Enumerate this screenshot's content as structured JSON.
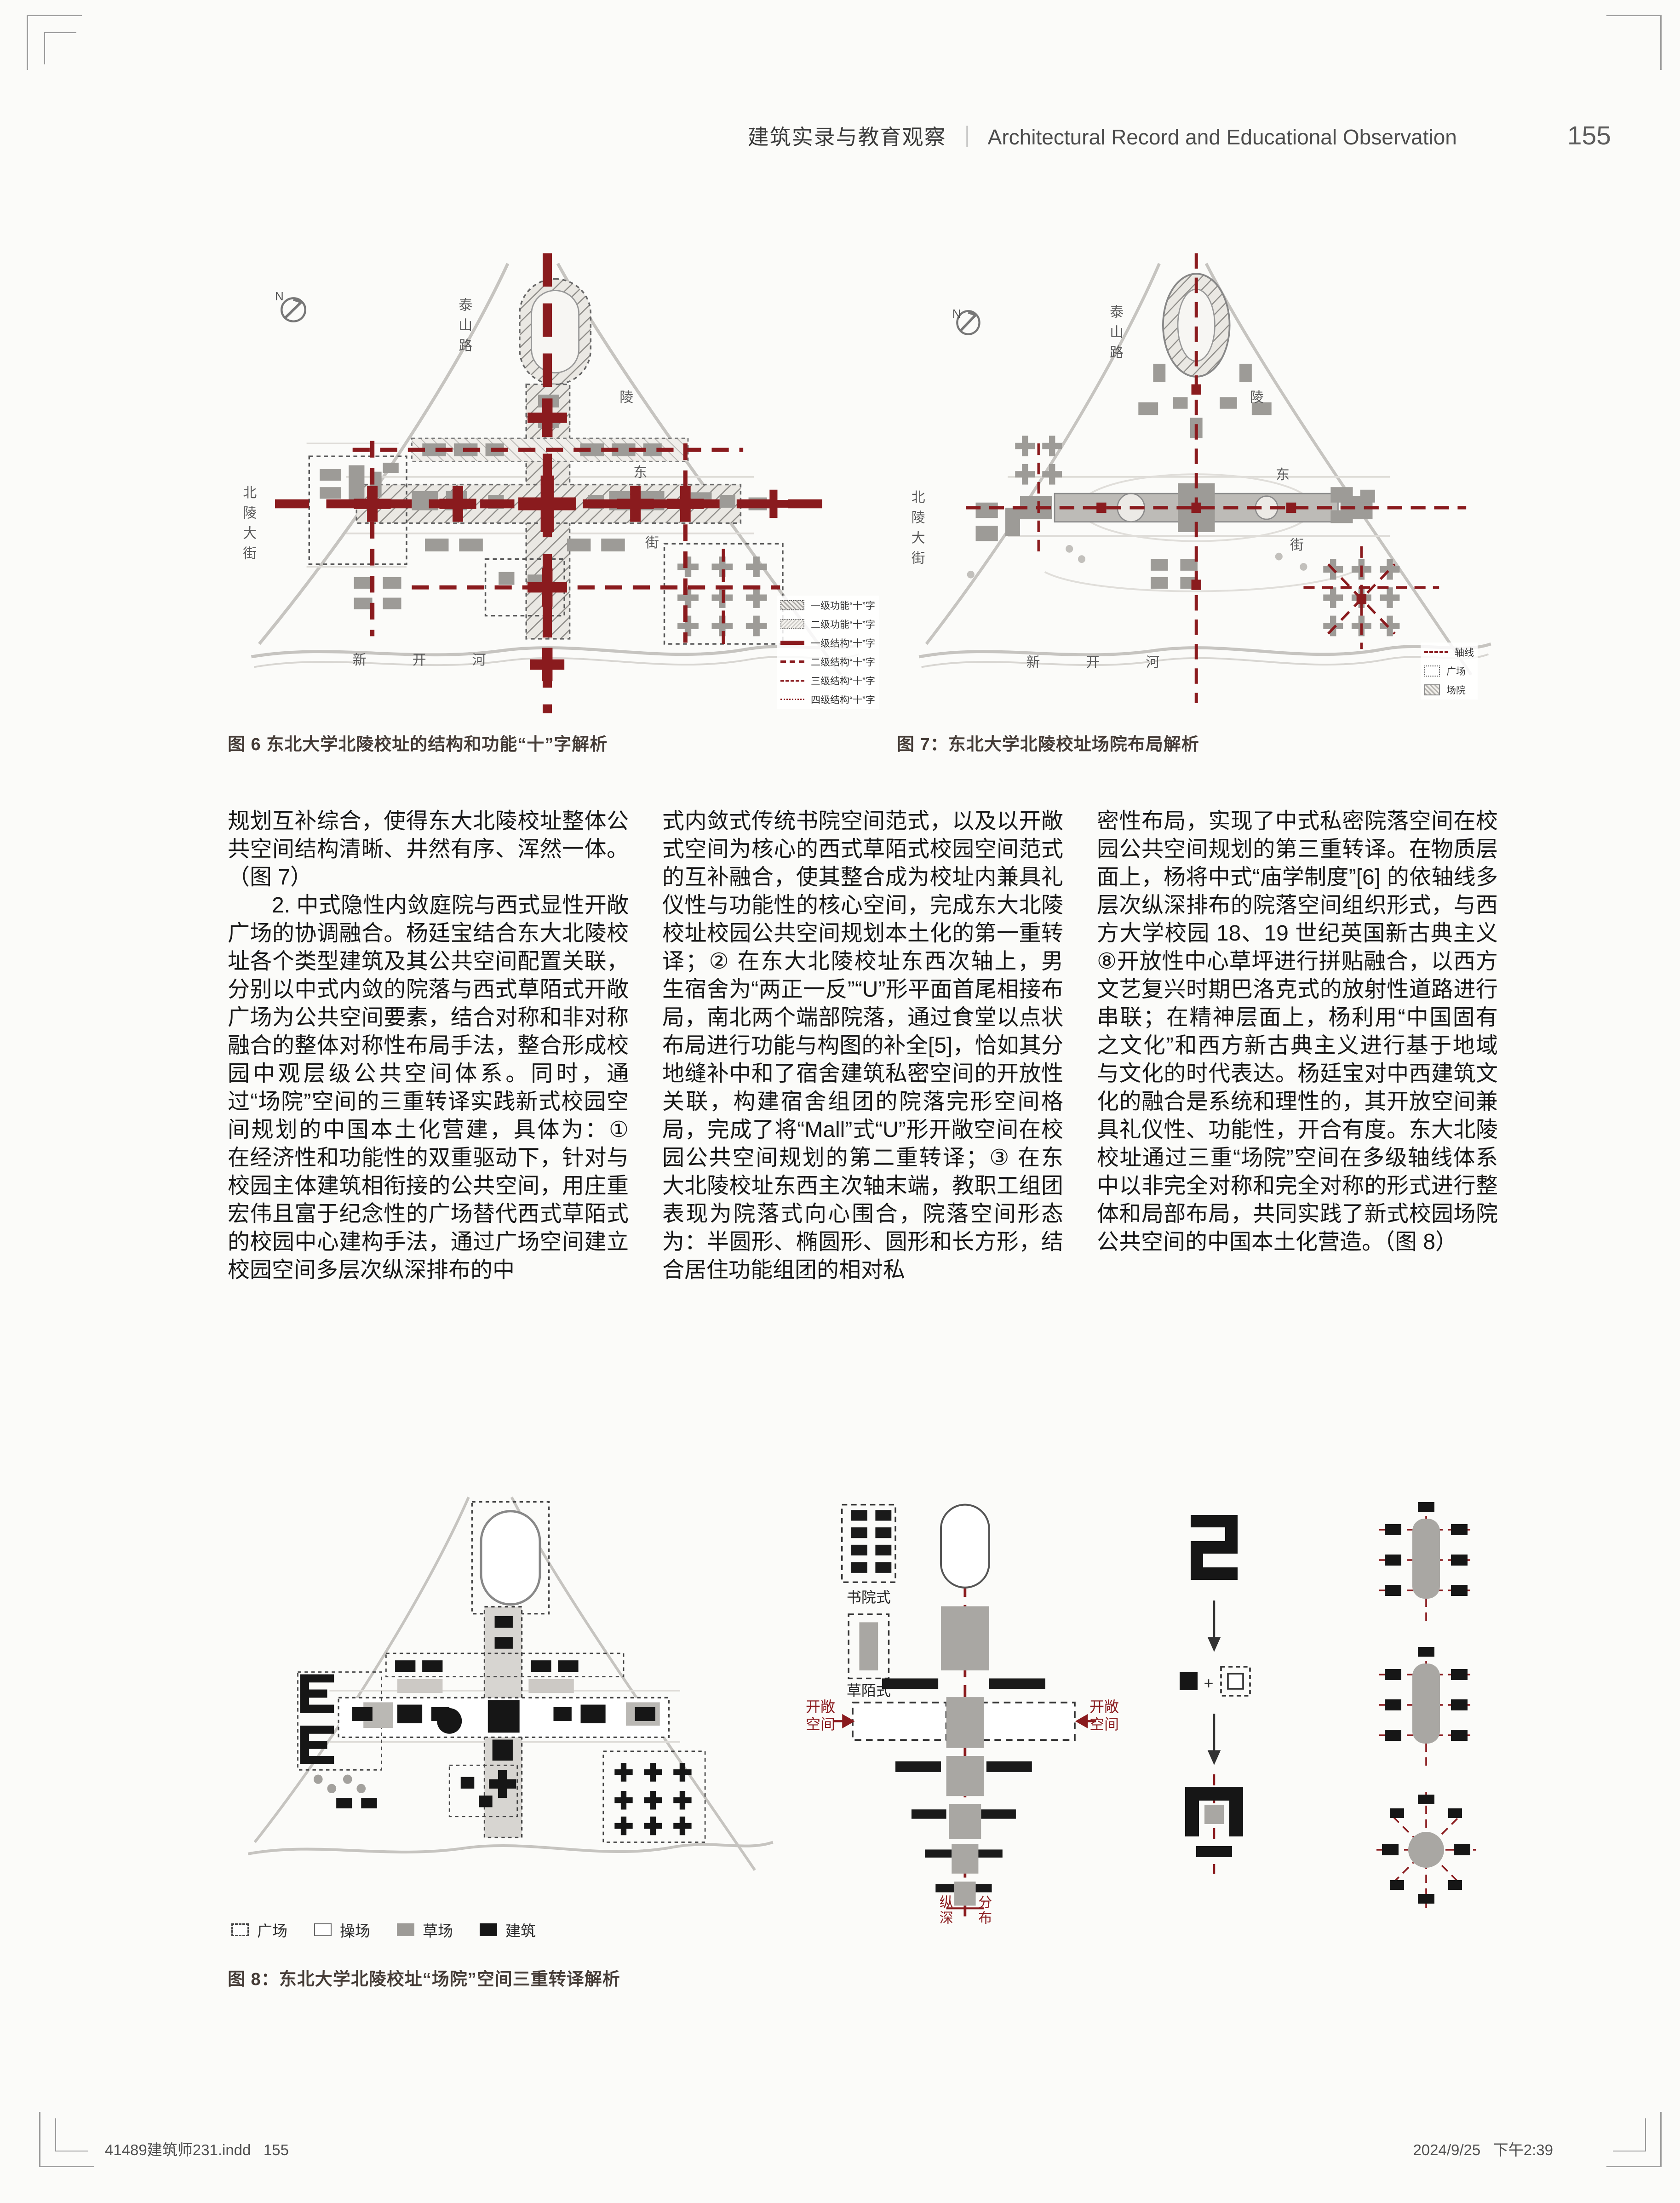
{
  "colors": {
    "accent_red": "#8A1B1E",
    "building_gray": "#9D9B97",
    "building_black": "#161616",
    "road_gray": "#C6C4C0"
  },
  "header": {
    "title_cn": "建筑实录与教育观察",
    "separator": "｜",
    "title_en": "Architectural Record and Educational Observation",
    "page_number": "155"
  },
  "figure6": {
    "caption": "图 6 东北大学北陵校址的结构和功能“十”字解析",
    "north_label": "N",
    "road_labels": {
      "taishan": "泰山路",
      "ling": "陵",
      "dong": "东",
      "jie": "街",
      "beiling": "北陵大街",
      "xinkai": "新开河"
    },
    "legend": [
      {
        "label": "一级功能“十”字"
      },
      {
        "label": "二级功能“十”字"
      },
      {
        "label": "一级结构“十”字"
      },
      {
        "label": "二级结构“十”字"
      },
      {
        "label": "三级结构“十”字"
      },
      {
        "label": "四级结构“十”字"
      }
    ]
  },
  "figure7": {
    "caption": "图 7：东北大学北陵校址场院布局解析",
    "north_label": "N",
    "road_labels": {
      "taishan": "泰山路",
      "ling": "陵",
      "dong": "东",
      "jie": "街",
      "beiling": "北陵大街",
      "xinkai": "新开河"
    },
    "legend": [
      {
        "label": "轴线"
      },
      {
        "label": "广场"
      },
      {
        "label": "场院"
      }
    ]
  },
  "body": {
    "column1": {
      "p1": "规划互补综合，使得东大北陵校址整体公共空间结构清晰、井然有序、浑然一体。（图 7）",
      "p2": "2. 中式隐性内敛庭院与西式显性开敞广场的协调融合。杨廷宝结合东大北陵校址各个类型建筑及其公共空间配置关联，分别以中式内敛的院落与西式草陌式开敞广场为公共空间要素，结合对称和非对称融合的整体对称性布局手法，整合形成校园中观层级公共空间体系。同时，通过“场院”空间的三重转译实践新式校园空间规划的中国本土化营建，具体为：① 在经济性和功能性的双重驱动下，针对与校园主体建筑相衔接的公共空间，用庄重宏伟且富于纪念性的广场替代西式草陌式的校园中心建构手法，通过广场空间建立校园空间多层次纵深排布的中"
    },
    "column2": {
      "p1": "式内敛式传统书院空间范式，以及以开敞式空间为核心的西式草陌式校园空间范式的互补融合，使其整合成为校址内兼具礼仪性与功能性的核心空间，完成东大北陵校址校园公共空间规划本土化的第一重转译；② 在东大北陵校址东西次轴上，男生宿舍为“两正一反”“U”形平面首尾相接布局，南北两个端部院落，通过食堂以点状布局进行功能与构图的补全[5]，恰如其分地缝补中和了宿舍建筑私密空间的开放性关联，构建宿舍组团的院落完形空间格局，完成了将“Mall”式“U”形开敞空间在校园公共空间规划的第二重转译；③ 在东大北陵校址东西主次轴末端，教职工组团表现为院落式向心围合，院落空间形态为：半圆形、椭圆形、圆形和长方形，结合居住功能组团的相对私"
    },
    "column3": {
      "p1": "密性布局，实现了中式私密院落空间在校园公共空间规划的第三重转译。在物质层面上，杨将中式“庙学制度”[6] 的依轴线多层次纵深排布的院落空间组织形式，与西方大学校园 18、19 世纪英国新古典主义⑧开放性中心草坪进行拼贴融合，以西方文艺复兴时期巴洛克式的放射性道路进行串联；在精神层面上，杨利用“中国固有之文化”和西方新古典主义进行基于地域与文化的时代表达。杨廷宝对中西建筑文化的融合是系统和理性的，其开放空间兼具礼仪性、功能性，开合有度。东大北陵校址通过三重“场院”空间在多级轴线体系中以非完全对称和完全对称的形式进行整体和局部布局，共同实践了新式校园场院公共空间的中国本土化营造。（图 8）"
    }
  },
  "figure8": {
    "caption": "图 8：东北大学北陵校址“场院”空间三重转译解析",
    "legend": [
      {
        "label": "广场"
      },
      {
        "label": "操场"
      },
      {
        "label": "草场"
      },
      {
        "label": "建筑"
      }
    ],
    "labels": {
      "shuyuan": "书院式",
      "caomo": "草陌式",
      "kaichang_left": "开敞空间",
      "kaichang_right": "开敞空间",
      "zongshen": "纵深",
      "fenbu": "分布",
      "plus": "+"
    }
  },
  "footer": {
    "left": "41489建筑师231.indd   155",
    "right": "2024/9/25   下午2:39"
  }
}
